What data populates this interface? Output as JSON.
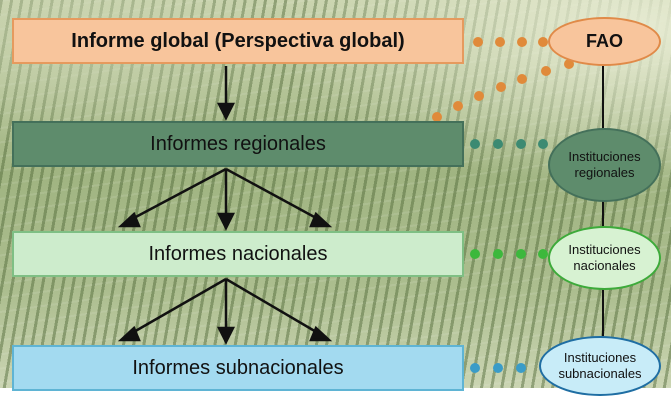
{
  "diagram": {
    "reports": {
      "global": "Informe global (Perspectiva global)",
      "regional": "Informes regionales",
      "national": "Informes nacionales",
      "subnational": "Informes subnacionales"
    },
    "institutions": {
      "fao": "FAO",
      "regional": "Instituciones regionales",
      "national": "Instituciones nacionales",
      "subnational": "Instituciones subnacionales"
    },
    "colors": {
      "global": "#f8c59c",
      "regional": "#5e8c6c",
      "national": "#cdeccc",
      "subnational": "#a3daf0",
      "dots_global": "#e08a3a",
      "dots_regional": "#3c8a72",
      "dots_national": "#3cb83c",
      "dots_subnational": "#3a9cc8"
    }
  }
}
